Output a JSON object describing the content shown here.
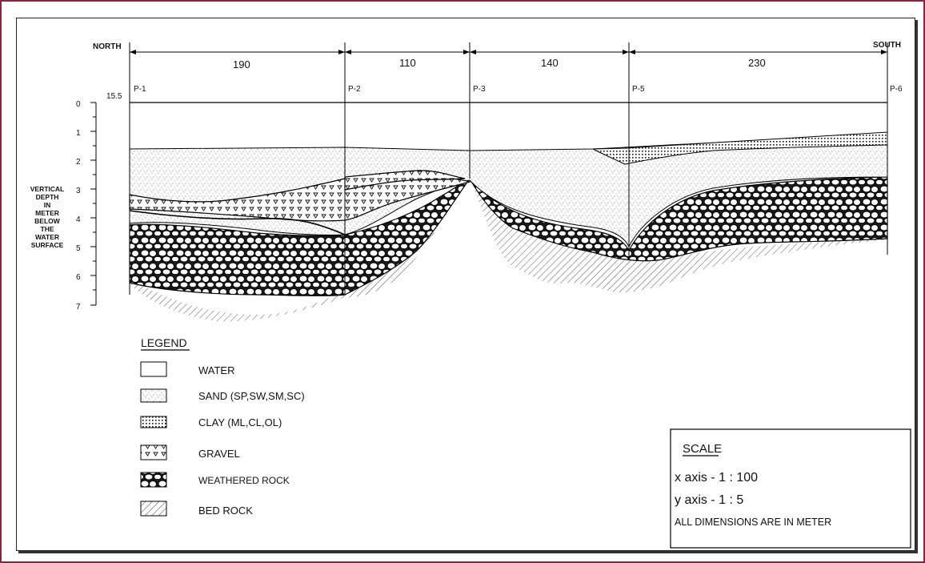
{
  "profile": {
    "north_label": "NORTH",
    "south_label": "SOUTH",
    "datum_label": "15.5",
    "spans": [
      "190",
      "110",
      "140",
      "230"
    ],
    "points": [
      "P-1",
      "P-2",
      "P-3",
      "P-5",
      "P-6"
    ],
    "depth_ticks": [
      "0",
      "1",
      "2",
      "3",
      "4",
      "5",
      "6",
      "7"
    ],
    "depth_axis_label": [
      "VERTICAL",
      "DEPTH",
      "IN",
      "METER",
      "BELOW",
      "THE",
      "WATER",
      "SURFACE"
    ]
  },
  "legend": {
    "title": "LEGEND",
    "items": [
      {
        "label": "WATER",
        "pattern": "water"
      },
      {
        "label": "SAND (SP,SW,SM,SC)",
        "pattern": "sand"
      },
      {
        "label": "CLAY (ML,CL,OL)",
        "pattern": "clay"
      },
      {
        "label": "GRAVEL",
        "pattern": "gravel"
      },
      {
        "label": "WEATHERED ROCK",
        "pattern": "rock"
      },
      {
        "label": "BED ROCK",
        "pattern": "bedrock"
      }
    ]
  },
  "scale": {
    "title": "SCALE",
    "x_axis": "x axis - 1 : 100",
    "y_axis": "y axis - 1 : 5",
    "note": "ALL DIMENSIONS ARE IN METER"
  },
  "colors": {
    "frame": "#8a2440",
    "ink": "#111111"
  }
}
